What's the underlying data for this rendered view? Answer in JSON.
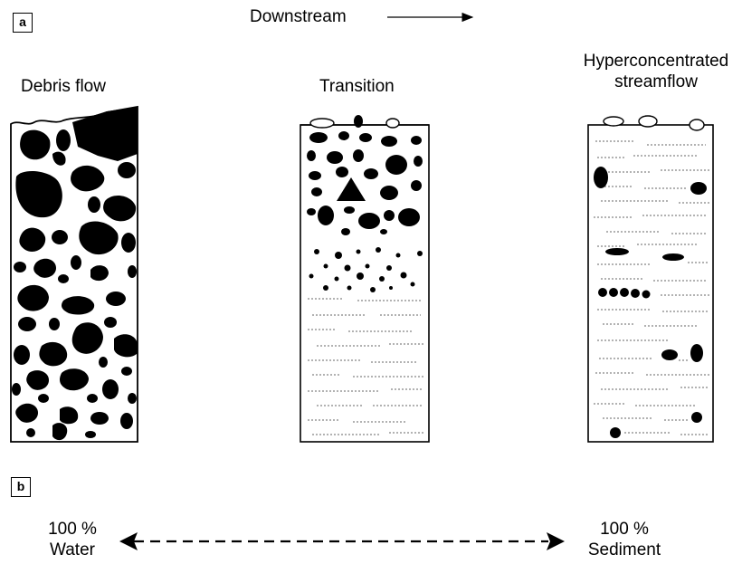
{
  "panels": {
    "a": "a",
    "b": "b"
  },
  "direction_label": "Downstream",
  "columns": [
    {
      "title": "Debris flow"
    },
    {
      "title": "Transition"
    },
    {
      "title": "Hyperconcentrated streamflow"
    }
  ],
  "scale": {
    "left": "100 %\nWater",
    "right": "100 %\nSediment"
  }
}
